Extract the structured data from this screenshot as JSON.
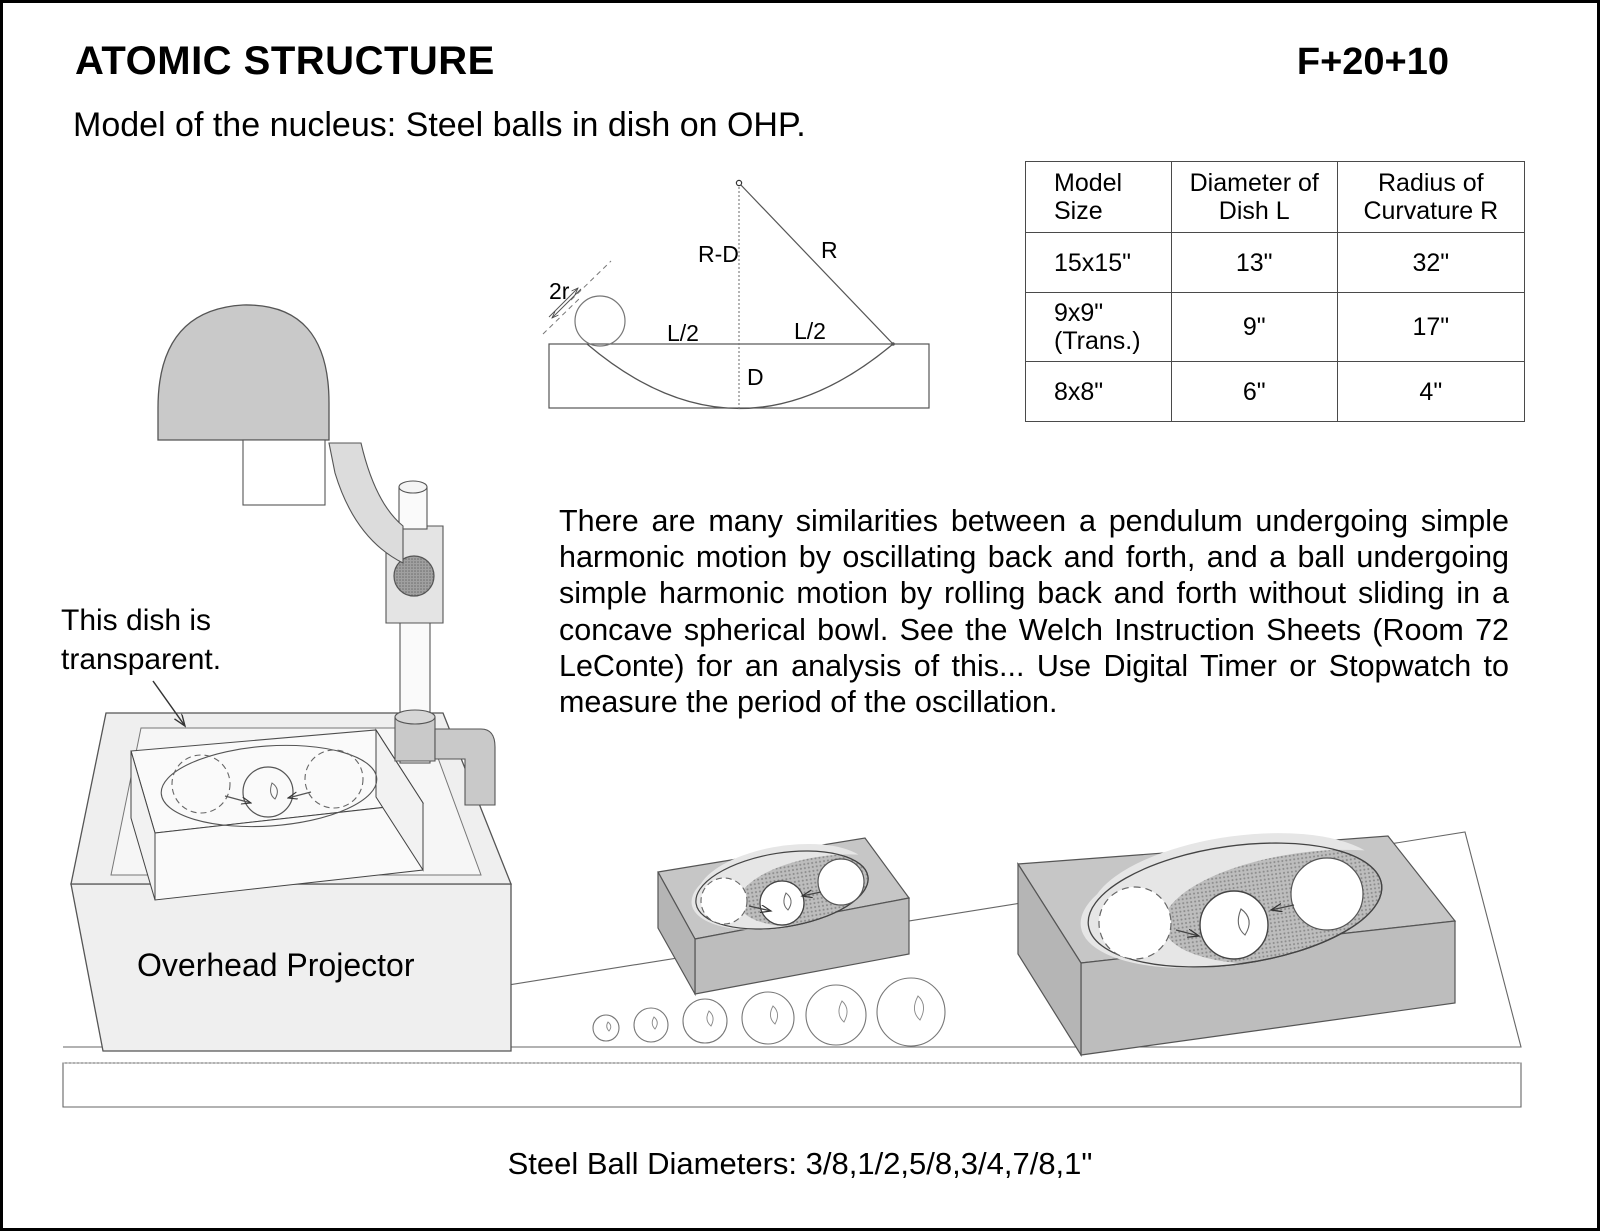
{
  "header": {
    "title": "ATOMIC STRUCTURE",
    "code": "F+20+10",
    "subtitle": "Model of the nucleus: Steel balls in dish on OHP."
  },
  "geometry_diagram": {
    "labels": {
      "ball_diameter": "2r",
      "sagitta_complement": "R-D",
      "radius": "R",
      "half_chord_left": "L/2",
      "half_chord_right": "L/2",
      "depth": "D"
    }
  },
  "spec_table": {
    "columns": [
      "Model Size",
      "Diameter\nof Dish L",
      "Radius of\nCurvature R"
    ],
    "rows": [
      [
        "15x15\"",
        "13\"",
        "32\""
      ],
      [
        "9x9\"(Trans.)",
        "9\"",
        "17\""
      ],
      [
        "8x8\"",
        "6\"",
        "4\""
      ]
    ]
  },
  "body_text": "There are many similarities between a pendulum undergoing simple harmonic motion by oscillating back and forth, and a ball undergoing simple harmonic motion by rolling back and forth without sliding in a concave spherical bowl.   See the Welch Instruction Sheets (Room 72 LeConte) for an analysis of this... Use Digital Timer or Stopwatch to measure the period of the oscillation.",
  "annotations": {
    "dish_note": "This dish is\ntransparent.",
    "projector_label": "Overhead Projector",
    "ball_caption": "Steel Ball Diameters: 3/8,1/2,5/8,3/4,7/8,1\""
  },
  "colors": {
    "ink": "#000000",
    "line": "#555555",
    "projector_head": "#c9c9c9",
    "projector_body": "#efefef",
    "projector_arm": "#dcdcdc",
    "lens": "#8c8c8c",
    "dish_top": "#c6c6c6",
    "dish_side": "#bdbdbd",
    "dish_bowl_light": "#e6e6e6",
    "dish_bowl_shadow": "#a8a8a8",
    "ball_fill": "#ffffff",
    "page_bg": "#ffffff"
  }
}
